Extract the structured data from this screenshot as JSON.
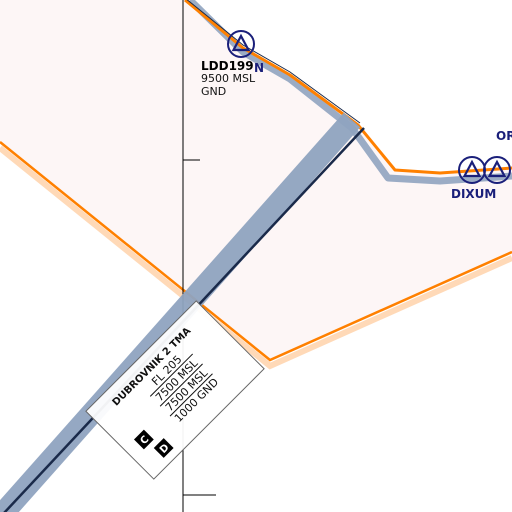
{
  "map": {
    "colors": {
      "restricted_fill": "#fdf6f6",
      "restricted_border": "#ff8000",
      "airway_halo": "#90a4c0",
      "airway_line": "#1a2a4a",
      "waypoint": "#1a1f7a"
    },
    "waypoints": [
      {
        "name": "N",
        "icon": "vor-triangle-icon"
      },
      {
        "name": "DIXUM",
        "icon": "vor-triangle-icon"
      },
      {
        "name": "OR",
        "icon": "vor-triangle-icon"
      }
    ],
    "restricted_zone": {
      "id": "LDD199",
      "upper": "9500 MSL",
      "lower": "GND"
    },
    "tma": {
      "name": "DUBROVNIK 2 TMA",
      "limits": [
        "FL 205",
        "7500 MSL",
        "7500 MSL",
        "1000 GND"
      ],
      "classes": [
        "C",
        "D"
      ]
    }
  }
}
